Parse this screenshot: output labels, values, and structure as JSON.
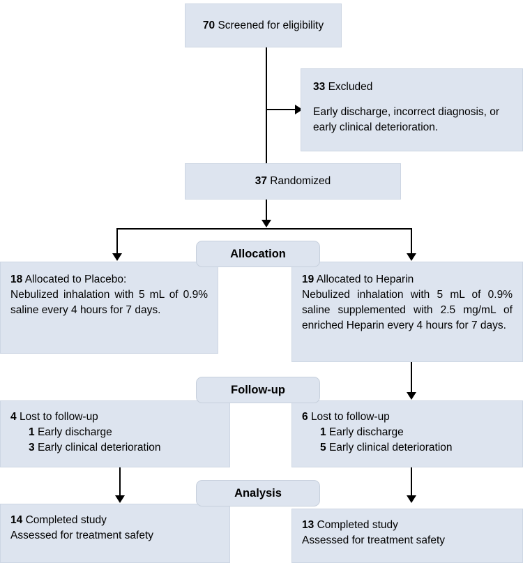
{
  "diagram": {
    "type": "consort-flow-diagram",
    "accent_box_fill": "#dde4ef",
    "accent_box_border": "#cdd6e3",
    "line_color": "#000000",
    "stage_labels": {
      "allocation": "Allocation",
      "followup": "Follow-up",
      "analysis": "Analysis"
    },
    "nodes": {
      "screened": {
        "count": "70",
        "text": "Screened for eligibility"
      },
      "excluded": {
        "count": "33",
        "text": "Excluded",
        "reasons": "Early discharge, incorrect diagnosis, or early clinical deterioration."
      },
      "randomized": {
        "count": "37",
        "text": "Randomized"
      },
      "allocated_placebo": {
        "count": "18",
        "text": "Allocated to Placebo:",
        "detail": "Nebulized inhalation with 5 mL of 0.9% saline every 4 hours for 7 days."
      },
      "allocated_heparin": {
        "count": "19",
        "text": "Allocated to Heparin",
        "detail": "Nebulized inhalation with 5 mL of 0.9% saline supplemented with 2.5 mg/mL of enriched Heparin every 4 hours for 7 days."
      },
      "lost_placebo": {
        "count": "4",
        "text": "Lost to follow-up",
        "items": [
          {
            "count": "1",
            "text": "Early discharge"
          },
          {
            "count": "3",
            "text": "Early clinical deterioration"
          }
        ]
      },
      "lost_heparin": {
        "count": "6",
        "text": "Lost to follow-up",
        "items": [
          {
            "count": "1",
            "text": "Early discharge"
          },
          {
            "count": "5",
            "text": "Early clinical deterioration"
          }
        ]
      },
      "analysis_placebo": {
        "count": "14",
        "text": "Completed study",
        "line2": "Assessed for treatment safety"
      },
      "analysis_heparin": {
        "count": "13",
        "text": "Completed study",
        "line2": "Assessed for treatment safety"
      }
    }
  }
}
